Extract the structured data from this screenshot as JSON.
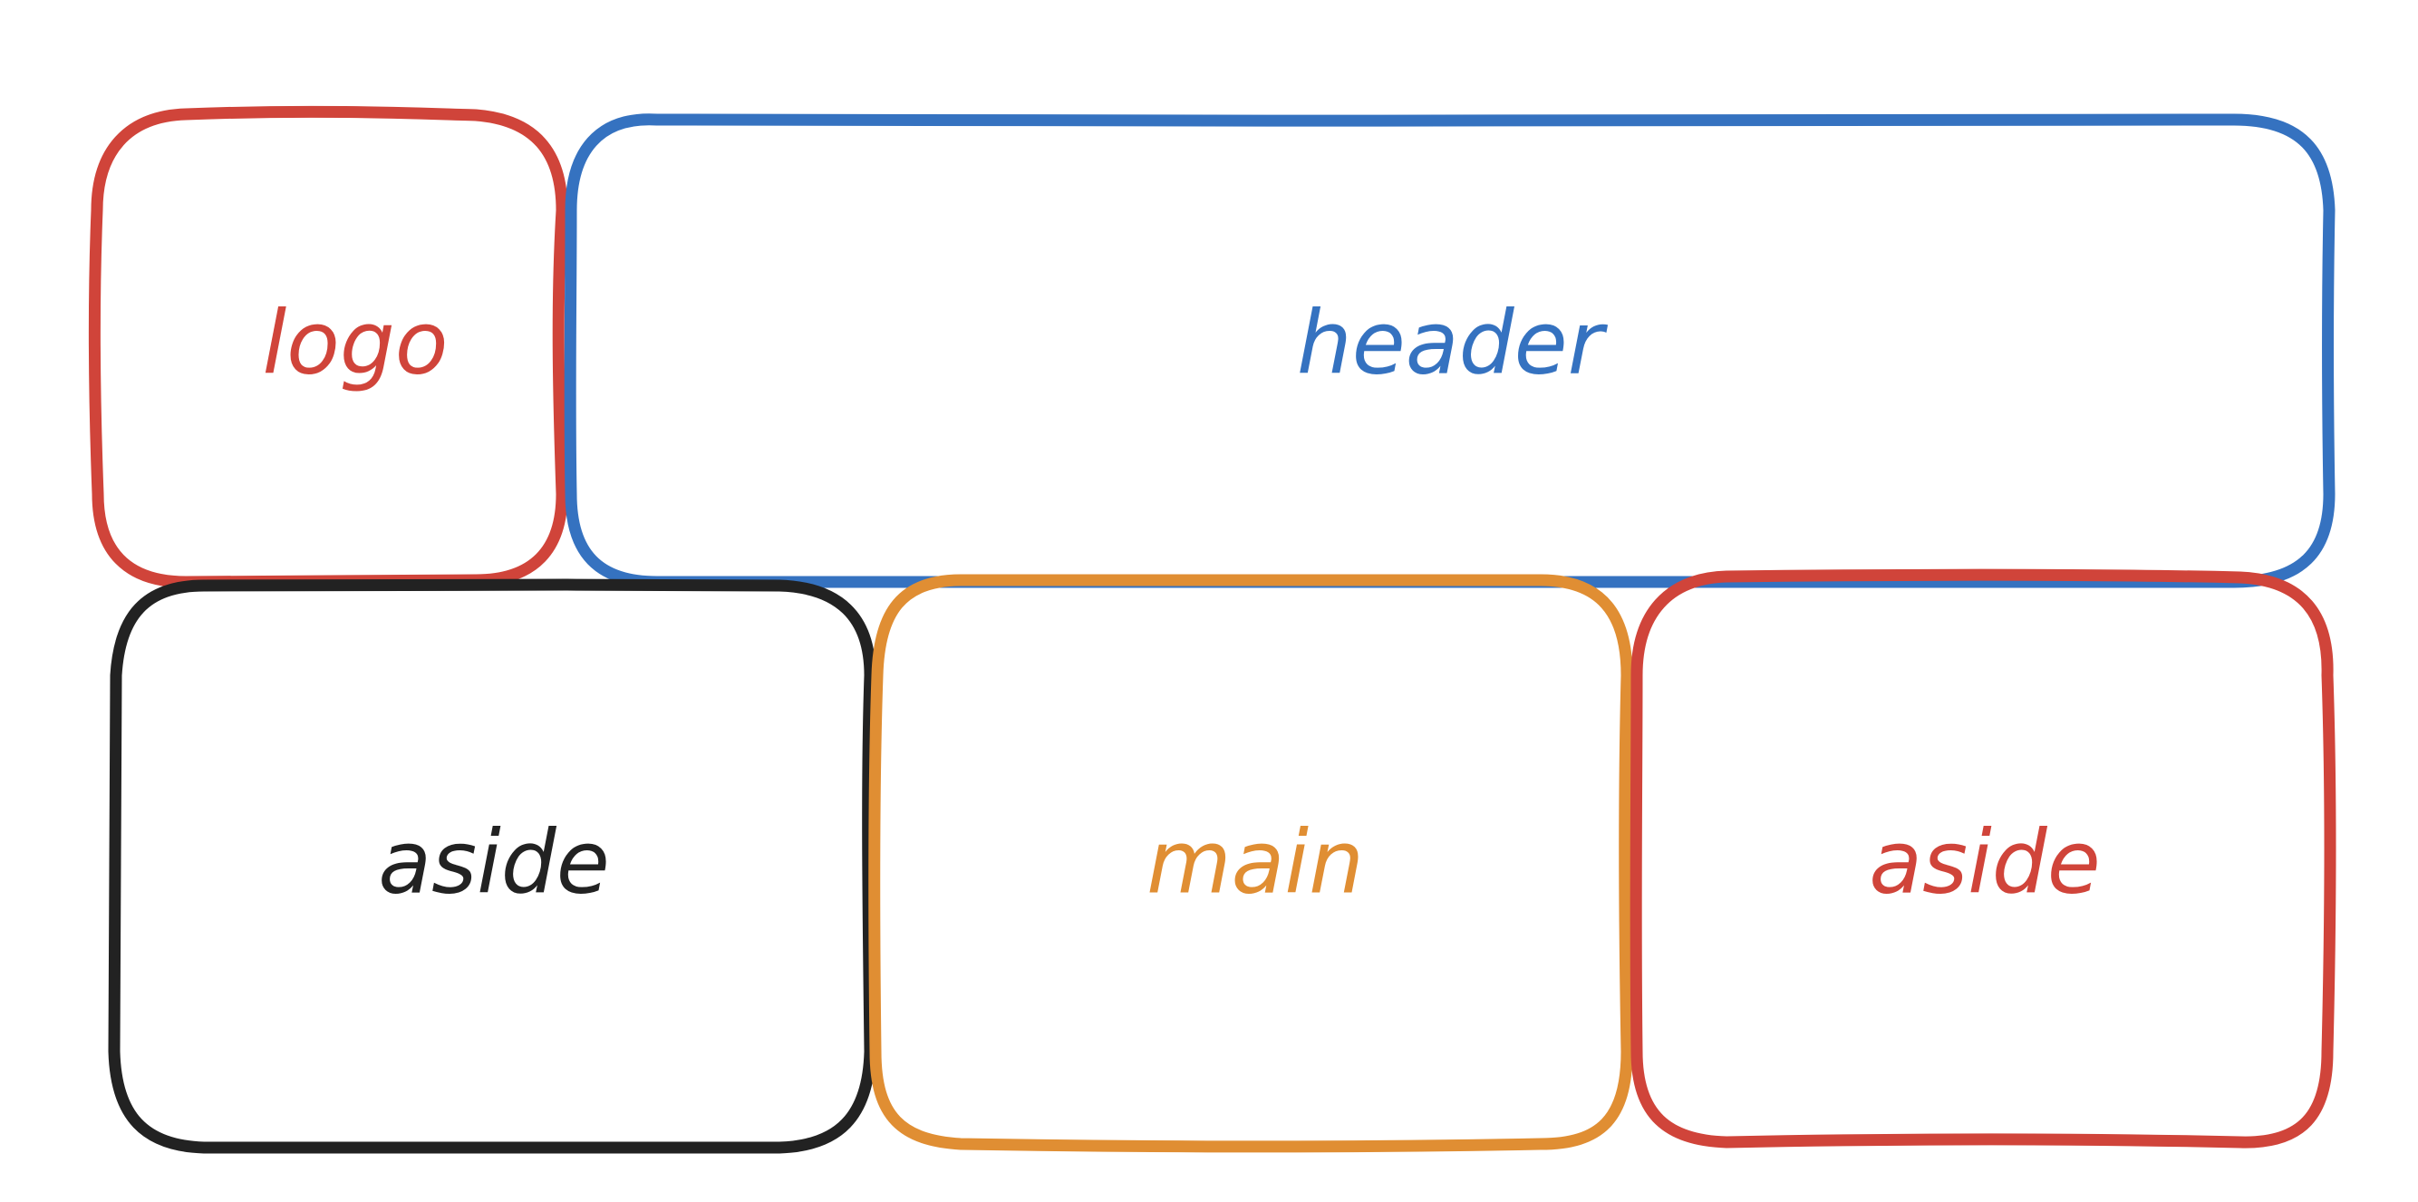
{
  "diagram": {
    "boxes": [
      {
        "id": "logo",
        "label": "logo",
        "color": "#d0443a"
      },
      {
        "id": "header",
        "label": "header",
        "color": "#3572c0"
      },
      {
        "id": "aside-left",
        "label": "aside",
        "color": "#222222"
      },
      {
        "id": "main",
        "label": "main",
        "color": "#e08e33"
      },
      {
        "id": "aside-right",
        "label": "aside",
        "color": "#d0443a"
      }
    ]
  }
}
